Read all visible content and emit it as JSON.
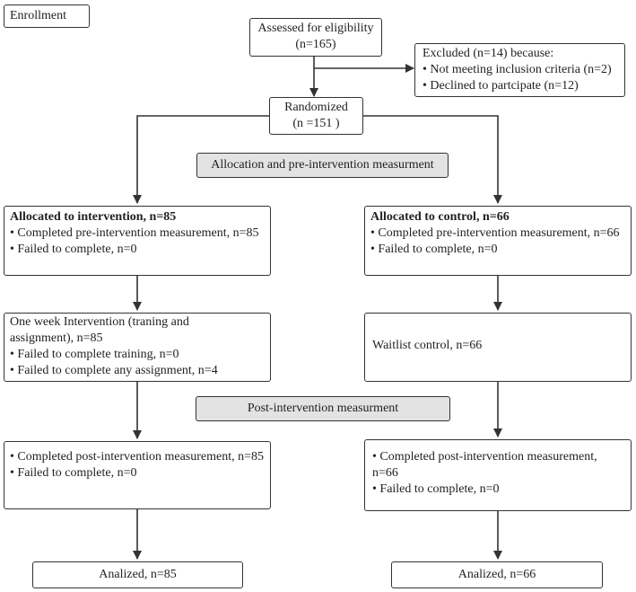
{
  "enrollment_label": "Enrollment",
  "assessed": {
    "line1": "Assessed for eligibility",
    "line2": "(n=165)"
  },
  "excluded": {
    "line1": "Excluded (n=14) because:",
    "item1": "• Not meeting inclusion criteria (n=2)",
    "item2": "• Declined to partcipate (n=12)"
  },
  "randomized": {
    "line1": "Randomized",
    "line2": "(n =151 )"
  },
  "allocation_label": "Allocation and pre-intervention measurment",
  "intervention_alloc": {
    "title": "Allocated to intervention, n=85",
    "item1": "• Completed pre-intervention measurement, n=85",
    "item2": "• Failed to complete, n=0"
  },
  "control_alloc": {
    "title": "Allocated to control, n=66",
    "item1": "•  Completed pre-intervention measurement, n=66",
    "item2": "•  Failed to complete, n=0"
  },
  "intervention_week": {
    "line1": "One week Intervention (traning and assignment), n=85",
    "item1": "• Failed to complete training, n=0",
    "item2": "• Failed to complete any assignment, n=4"
  },
  "waitlist": {
    "line1": "Waitlist control, n=66"
  },
  "post_label": "Post-intervention measurment",
  "intervention_post": {
    "item1": "• Completed post-intervention measurement, n=85",
    "item2": "• Failed to complete, n=0"
  },
  "control_post": {
    "item1": "• Completed post-intervention measurement, n=66",
    "item2": "• Failed to complete, n=0"
  },
  "intervention_analyzed": "Analized, n=85",
  "control_analyzed": "Analized, n=66"
}
